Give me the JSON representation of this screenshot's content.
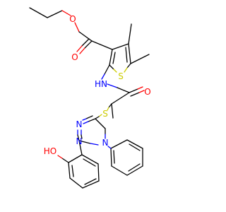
{
  "colors": {
    "carbon": "#000000",
    "oxygen": "#ff0000",
    "nitrogen": "#0000ff",
    "sulfur": "#cccc00"
  },
  "atoms": {
    "o_ester_carbonyl": "O",
    "o_ester_ether": "O",
    "s_thiophene": "S",
    "nh_amide": "HN",
    "o_amide": "O",
    "s_thioether": "S",
    "n_triazole_1": "N",
    "n_triazole_2": "N",
    "n_triazole_4": "N",
    "ho_phenol": "HO"
  }
}
